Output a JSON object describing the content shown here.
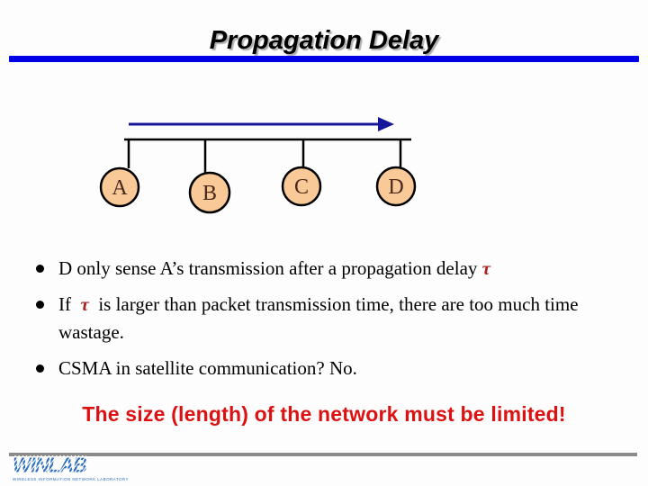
{
  "slide": {
    "title": "Propagation Delay",
    "bullets": [
      {
        "segments": [
          {
            "text": "D only sense A’s transmission after a propagation delay "
          },
          {
            "text": "τ",
            "tau": true
          }
        ]
      },
      {
        "segments": [
          {
            "text": "If  "
          },
          {
            "text": "τ",
            "tau": true
          },
          {
            "text": "  is larger than packet transmission time, there are too much time wastage."
          }
        ]
      },
      {
        "segments": [
          {
            "text": "CSMA in satellite communication? No."
          }
        ]
      }
    ],
    "emphasis_text": "The size (length) of the network must be limited!",
    "colors": {
      "accent_bar": "#0000E8",
      "emphasis": "#DD1111",
      "tau": "#AA2222",
      "diagram_arrow": "#16169B",
      "node_fill": "#F9C998",
      "node_stroke": "#000000",
      "node_letter": "#4A281C",
      "footer_bar": "#8A8A8A",
      "logo_blue": "#2E6FC2"
    }
  },
  "diagram": {
    "nodes": [
      {
        "label": "A"
      },
      {
        "label": "B"
      },
      {
        "label": "C"
      },
      {
        "label": "D"
      }
    ]
  },
  "footer": {
    "logo_text": "WINLAB",
    "logo_caption": "WIRELESS INFORMATION NETWORK LABORATORY"
  }
}
